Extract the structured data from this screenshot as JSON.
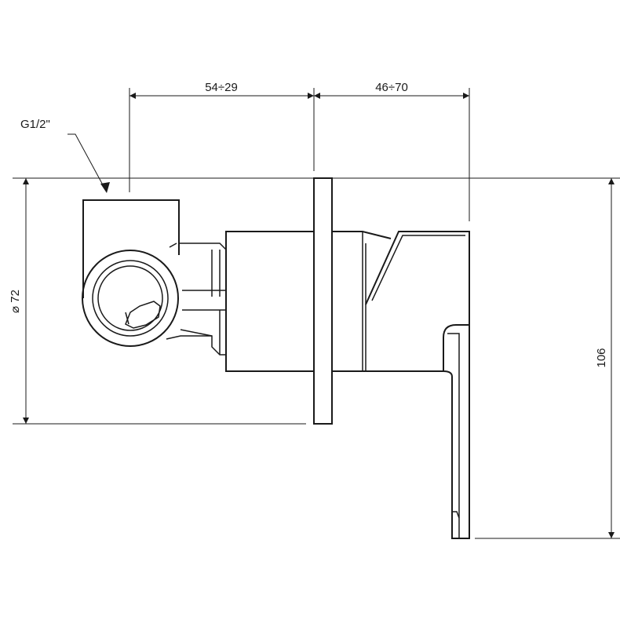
{
  "dimensions": {
    "top_left": "54÷29",
    "top_right": "46÷70",
    "thread": "G1/2\"",
    "diameter": "⌀ 72",
    "height": "106"
  }
}
